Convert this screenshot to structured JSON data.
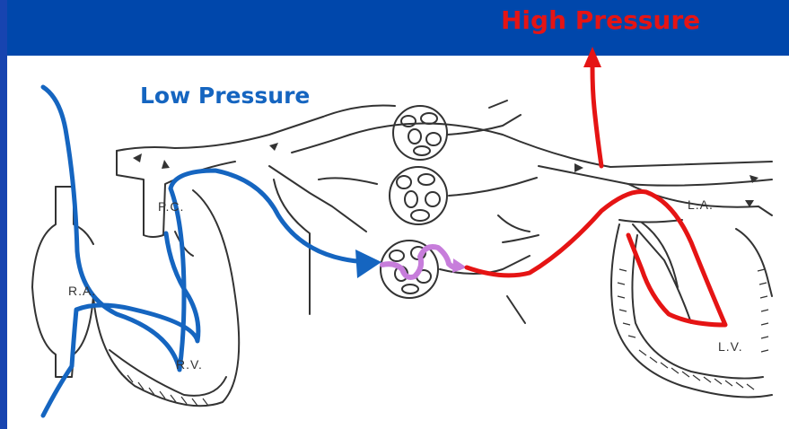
{
  "labels": {
    "high_pressure": "High Pressure",
    "low_pressure": "Low Pressure"
  },
  "anatomy": {
    "ra": "R.A.",
    "rv": "R.V.",
    "pa": "P.C.",
    "la": "L.A.",
    "lv": "L.V."
  },
  "colors": {
    "band": "#0047AB",
    "frame": "#1744B0",
    "high": "#E51414",
    "low": "#1565C0",
    "capillary": "#C77DDB",
    "ink": "#333333"
  }
}
